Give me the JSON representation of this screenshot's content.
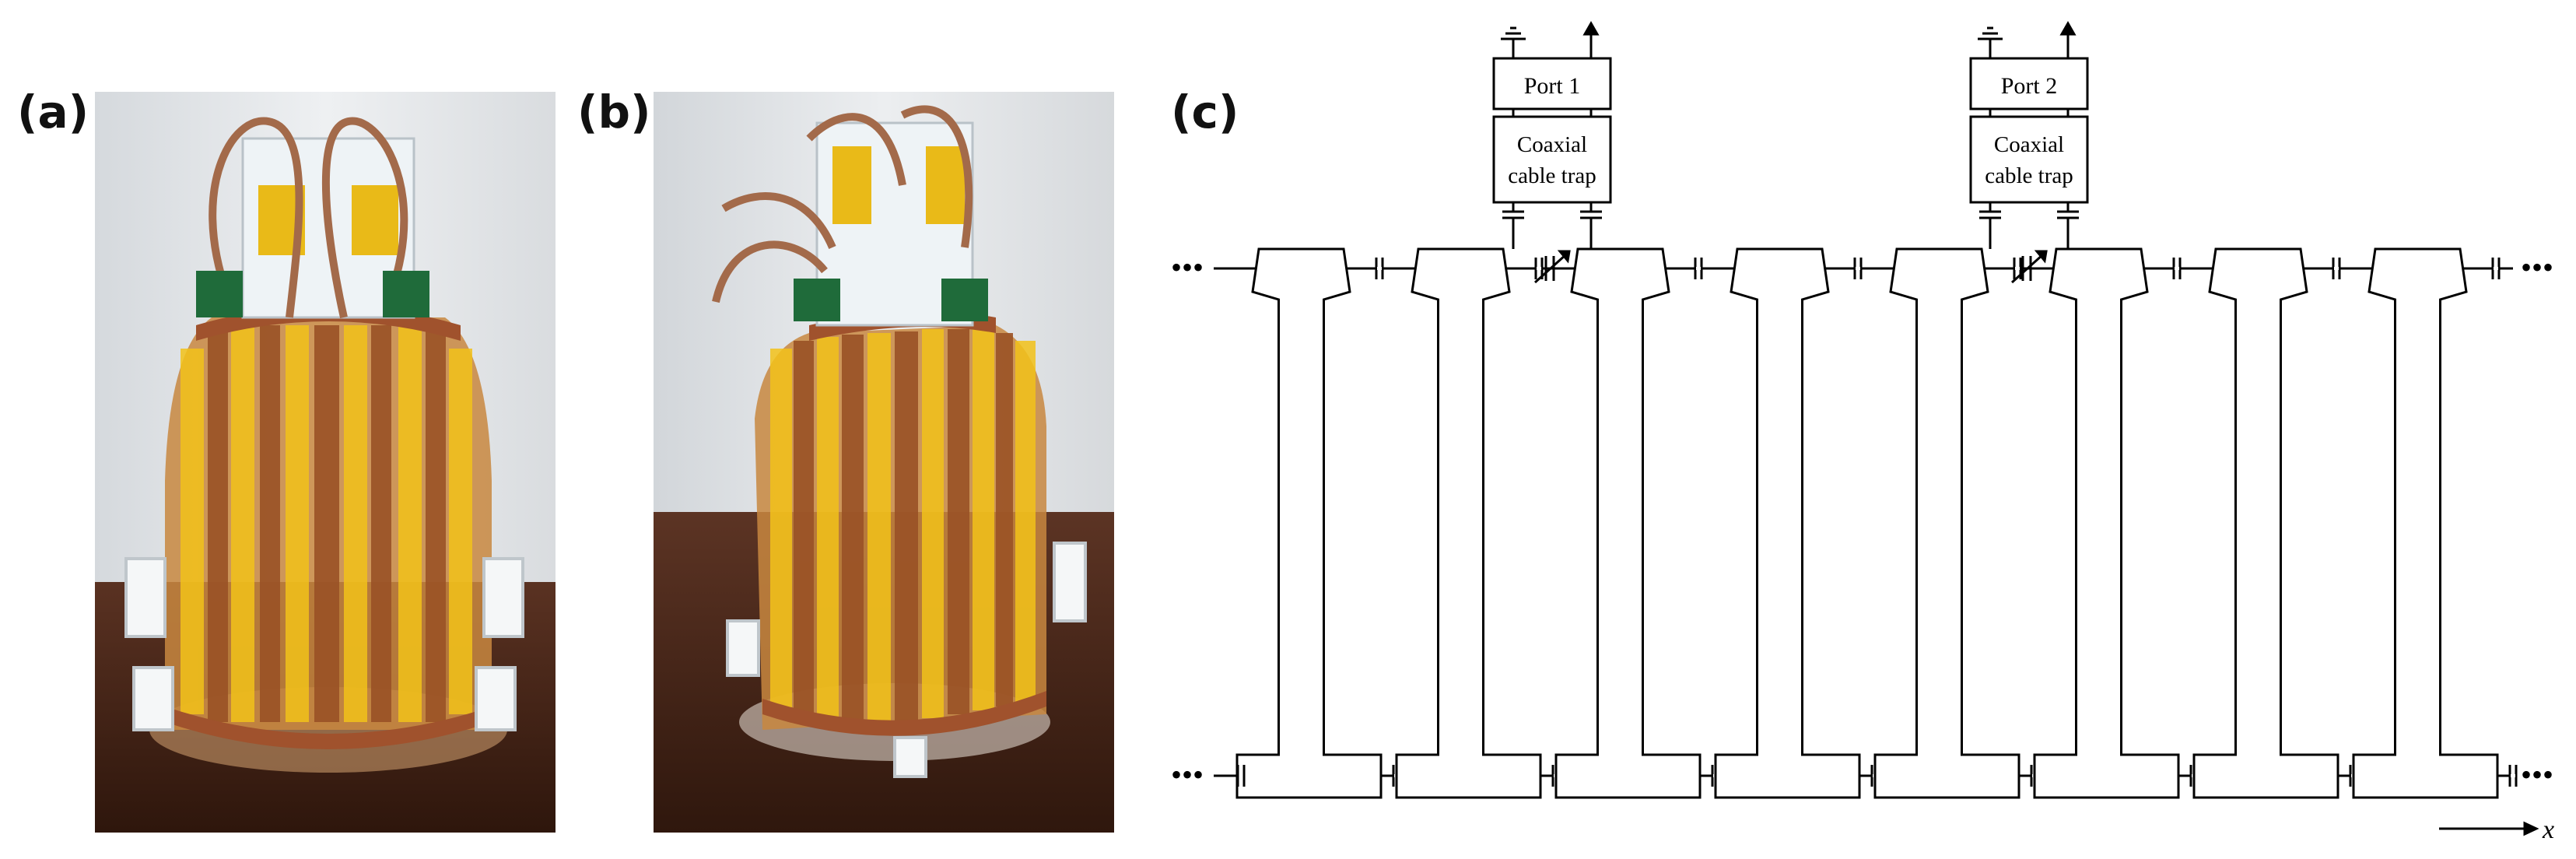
{
  "panels": {
    "a": {
      "label": "(a)"
    },
    "b": {
      "label": "(b)"
    },
    "c": {
      "label": "(c)"
    }
  },
  "diagram": {
    "ports": [
      {
        "label": "Port 1",
        "trap_line1": "Coaxial",
        "trap_line2": "cable trap"
      },
      {
        "label": "Port 2",
        "trap_line1": "Coaxial",
        "trap_line2": "cable trap"
      }
    ],
    "ellipsis": "•••",
    "axis_label": "x",
    "element_count": 8
  },
  "colors": {
    "copper": "#b8703a",
    "kapton": "#e8b400",
    "wood": "#4a2a1a",
    "wall": "#e6e8ea",
    "line": "#000000"
  }
}
